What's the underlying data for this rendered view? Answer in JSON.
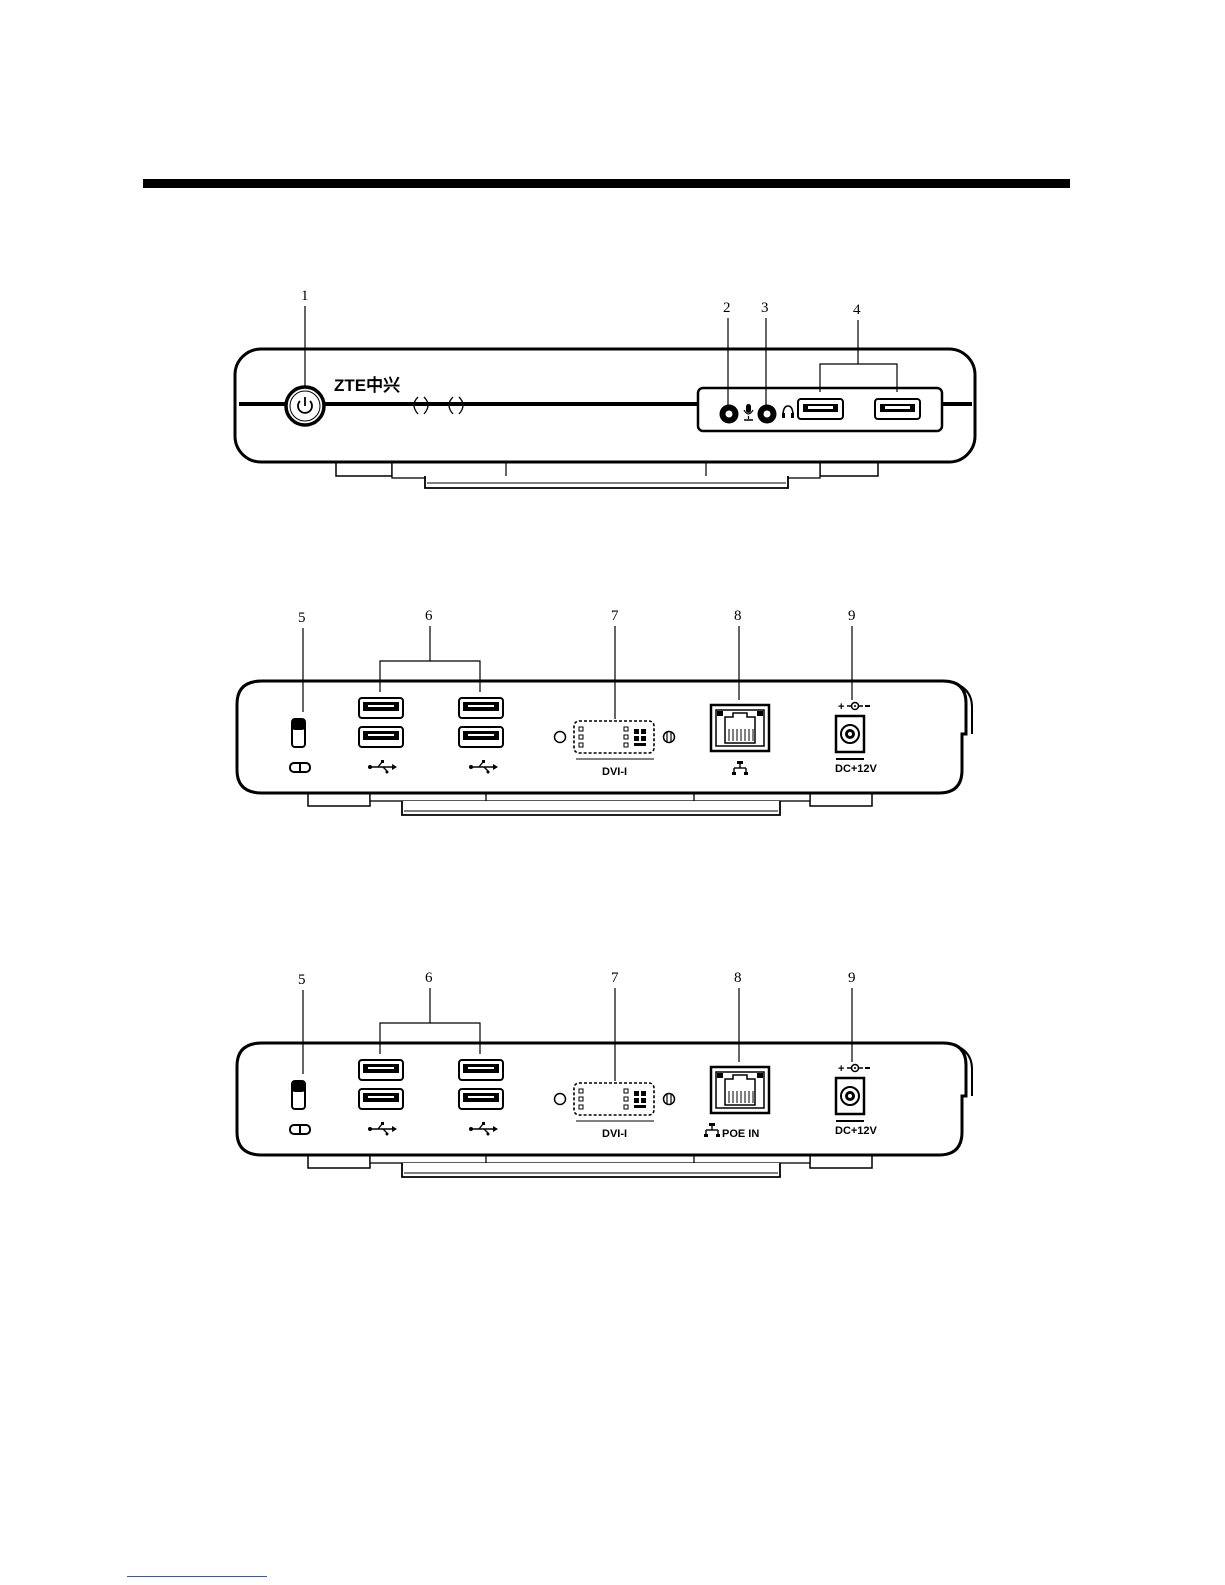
{
  "front_panel": {
    "brand": "ZTE中兴",
    "callouts": [
      "1",
      "2",
      "3",
      "4"
    ],
    "icons": [
      "power-icon",
      "microphone-icon",
      "headphone-icon"
    ]
  },
  "rear_panel_standard": {
    "callouts": [
      "5",
      "6",
      "7",
      "8",
      "9"
    ],
    "dvi_label": "DVI-I",
    "power_label": "DC+12V",
    "icons": [
      "lock-icon",
      "usb-icon",
      "network-icon",
      "dc-polarity-icon"
    ]
  },
  "rear_panel_poe": {
    "callouts": [
      "5",
      "6",
      "7",
      "8",
      "9"
    ],
    "dvi_label": "DVI-I",
    "lan_label": "POE IN",
    "power_label": "DC+12V",
    "icons": [
      "lock-icon",
      "usb-icon",
      "network-icon",
      "dc-polarity-icon"
    ]
  },
  "colors": {
    "line": "#000000",
    "background": "#ffffff",
    "footer_link": "#3355cc"
  }
}
